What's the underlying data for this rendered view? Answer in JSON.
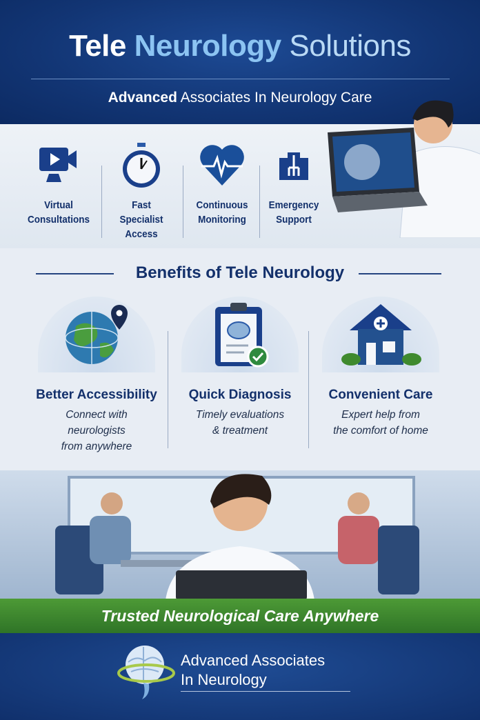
{
  "header": {
    "title_part1": "Tele",
    "title_part2": "Neurology",
    "title_part3": "Solutions",
    "subtitle_bold": "Advanced",
    "subtitle_rest": "Associates In Neurology Care"
  },
  "features": [
    {
      "icon": "video-camera-icon",
      "label_lines": [
        "Virtual",
        "Consultations"
      ]
    },
    {
      "icon": "stopwatch-icon",
      "label_lines": [
        "Fast",
        "Specialist",
        "Access"
      ]
    },
    {
      "icon": "heart-pulse-icon",
      "label_lines": [
        "Continuous",
        "Monitoring"
      ]
    },
    {
      "icon": "hospital-icon",
      "label_lines": [
        "Emergency",
        "Support"
      ]
    }
  ],
  "benefits": {
    "heading": "Benefits of Tele Neurology",
    "cards": [
      {
        "icon": "globe-location-icon",
        "title": "Better Accessibility",
        "desc_lines": [
          "Connect with",
          "neurologists",
          "from anywhere"
        ]
      },
      {
        "icon": "clipboard-brain-check-icon",
        "title": "Quick Diagnosis",
        "desc_lines": [
          "Timely evaluations",
          "& treatment"
        ]
      },
      {
        "icon": "house-medical-icon",
        "title": "Convenient Care",
        "desc_lines": [
          "Expert help from",
          "the comfort of home"
        ]
      }
    ]
  },
  "banner": {
    "text": "Trusted Neurological Care Anywhere"
  },
  "footer": {
    "logo_line1": "Advanced Associates",
    "logo_line2": "In Neurology"
  },
  "colors": {
    "navy": "#123574",
    "light_blue": "#8cc4f2",
    "green": "#3f8a2e",
    "text_dark": "#13306b"
  }
}
